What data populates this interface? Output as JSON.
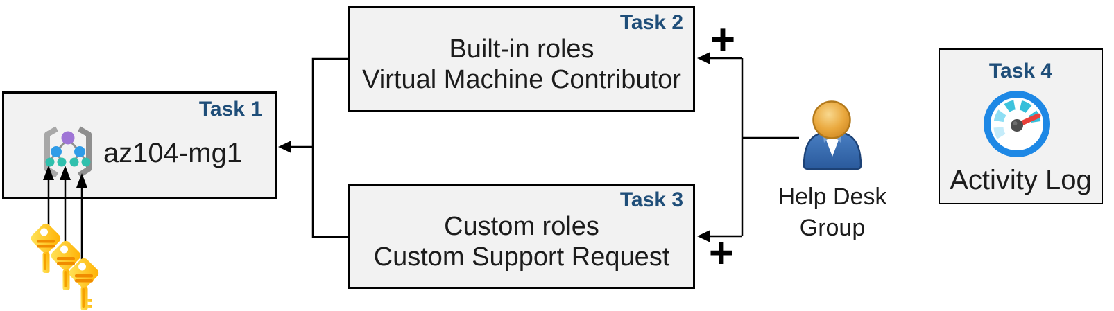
{
  "diagram": {
    "task1": {
      "badge": "Task 1",
      "title": "az104-mg1",
      "icon": "management-group-icon"
    },
    "task2": {
      "badge": "Task 2",
      "line1": "Built-in roles",
      "line2": "Virtual Machine Contributor"
    },
    "task3": {
      "badge": "Task 3",
      "line1": "Custom roles",
      "line2": "Custom Support Request"
    },
    "task4": {
      "badge": "Task 4",
      "caption": "Activity Log",
      "icon": "activity-log-gauge-icon"
    },
    "actor": {
      "line1": "Help Desk",
      "line2": "Group",
      "icon": "person-icon"
    },
    "plus_top": "+",
    "plus_bottom": "+",
    "icons": {
      "keys": "keys-icon",
      "arrows": "arrow-connectors"
    },
    "colors": {
      "badge_blue": "#1f4e79",
      "box_fill": "#f2f2f2",
      "box_border": "#000000",
      "connector": "#000000",
      "key_gold": "#ffc107",
      "key_stripe": "#f08c00",
      "person_body_blue": "#2f5f9e",
      "person_head_orange": "#e2a13a",
      "gauge_ring_blue": "#1e88e5",
      "gauge_segment_teal": "#38bfda",
      "gauge_needle_red": "#e8403a",
      "mg_purple": "#9f75d6",
      "mg_blue": "#2f9ce8",
      "mg_teal": "#30c0ad"
    }
  }
}
